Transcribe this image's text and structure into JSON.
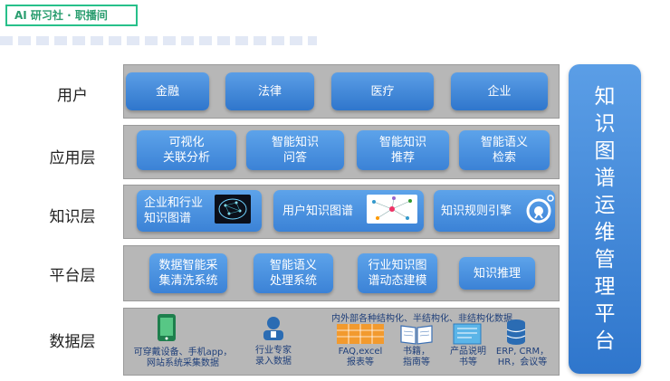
{
  "brand": {
    "label": "AI 研习社 · 职播间"
  },
  "side_panel": {
    "label": "知识图谱运维管理平台"
  },
  "layers": {
    "user": {
      "label": "用户",
      "items": [
        "金融",
        "法律",
        "医疗",
        "企业"
      ]
    },
    "app": {
      "label": "应用层",
      "items": [
        "可视化\n关联分析",
        "智能知识\n问答",
        "智能知识\n推荐",
        "智能语义\n检索"
      ]
    },
    "knowledge": {
      "label": "知识层",
      "items": [
        "企业和行业\n知识图谱",
        "用户知识图谱",
        "知识规则引擎"
      ]
    },
    "platform": {
      "label": "平台层",
      "items": [
        "数据智能采\n集清洗系统",
        "智能语义\n处理系统",
        "行业知识图\n谱动态建模",
        "知识推理"
      ]
    },
    "data": {
      "label": "数据层",
      "heading": "内外部各种结构化、半结构化、非结构化数据",
      "items": [
        "可穿戴设备、手机app，\n网站系统采集数据",
        "行业专家\n录入数据",
        "FAQ,excel\n报表等",
        "书籍，\n指南等",
        "产品说明\n书等",
        "ERP, CRM，\nHR，会议等"
      ]
    }
  },
  "colors": {
    "button": "#3b82d6",
    "band": "#b7b7b7",
    "accent": "#27c08a"
  },
  "icons": [
    "wearable-phone-icon",
    "expert-icon",
    "spreadsheet-icon",
    "book-icon",
    "document-icon",
    "database-icon",
    "brain-network-icon",
    "graph-network-icon",
    "gear-person-icon"
  ]
}
